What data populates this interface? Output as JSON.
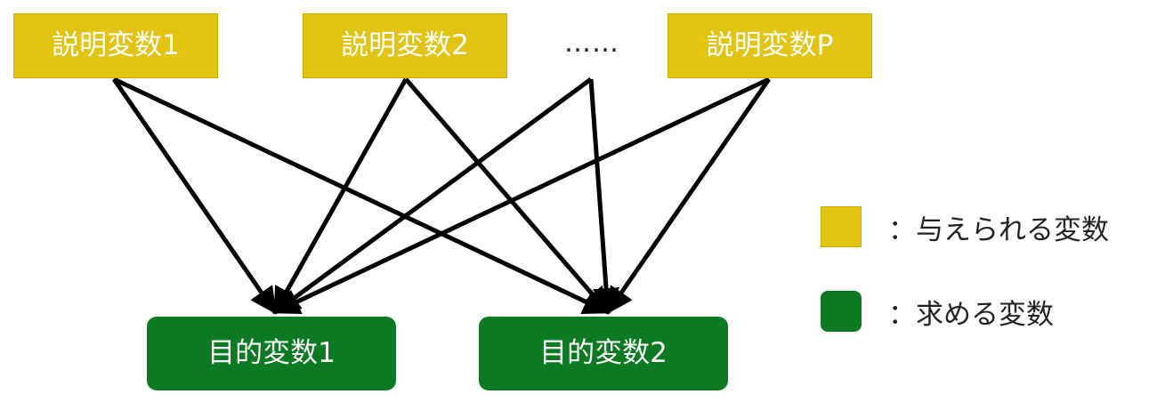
{
  "explanatory_nodes": [
    {
      "label": "説明変数1"
    },
    {
      "label": "説明変数2"
    },
    {
      "label": "説明変数P"
    }
  ],
  "ellipsis": "……",
  "objective_nodes": [
    {
      "label": "目的変数1"
    },
    {
      "label": "目的変数2"
    }
  ],
  "edges": [
    {
      "from": "説明変数1",
      "to": "目的変数1"
    },
    {
      "from": "説明変数1",
      "to": "目的変数2"
    },
    {
      "from": "説明変数2",
      "to": "目的変数1"
    },
    {
      "from": "説明変数2",
      "to": "目的変数2"
    },
    {
      "from": "……",
      "to": "目的変数1"
    },
    {
      "from": "……",
      "to": "目的変数2"
    },
    {
      "from": "説明変数P",
      "to": "目的変数1"
    },
    {
      "from": "説明変数P",
      "to": "目的変数2"
    }
  ],
  "legend": {
    "given": {
      "label": "：与えられる変数",
      "color": "#e2c411"
    },
    "target": {
      "label": "：求める変数",
      "color": "#0b7a23"
    }
  },
  "colors": {
    "edge": "#000000",
    "node_text": "#ffffff"
  }
}
